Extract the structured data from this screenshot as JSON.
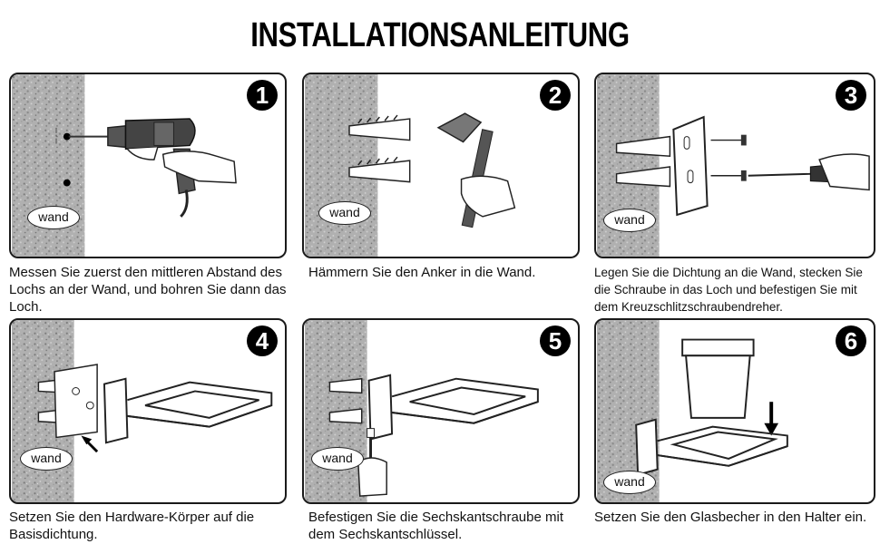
{
  "title": "INSTALLATIONSANLEITUNG",
  "wall_label": "wand",
  "steps": [
    {
      "number": "1",
      "caption": "Messen Sie zuerst den mittleren Abstand des Lochs an der Wand, und bohren Sie dann das Loch."
    },
    {
      "number": "2",
      "caption": "Hämmern Sie den Anker in die Wand."
    },
    {
      "number": "3",
      "caption": "Legen Sie die Dichtung an die Wand, stecken Sie die Schraube in das Loch und befestigen Sie mit dem Kreuzschlitzschraubendreher."
    },
    {
      "number": "4",
      "caption": "Setzen Sie den Hardware-Körper auf die Basisdichtung."
    },
    {
      "number": "5",
      "caption": "Befestigen Sie die Sechskantschraube mit dem Sechskantschlüssel."
    },
    {
      "number": "6",
      "caption": "Setzen Sie den Glasbecher in den Halter ein."
    }
  ],
  "colors": {
    "border": "#1a1a1a",
    "wall": "#a9a9a9",
    "badge": "#000000"
  }
}
